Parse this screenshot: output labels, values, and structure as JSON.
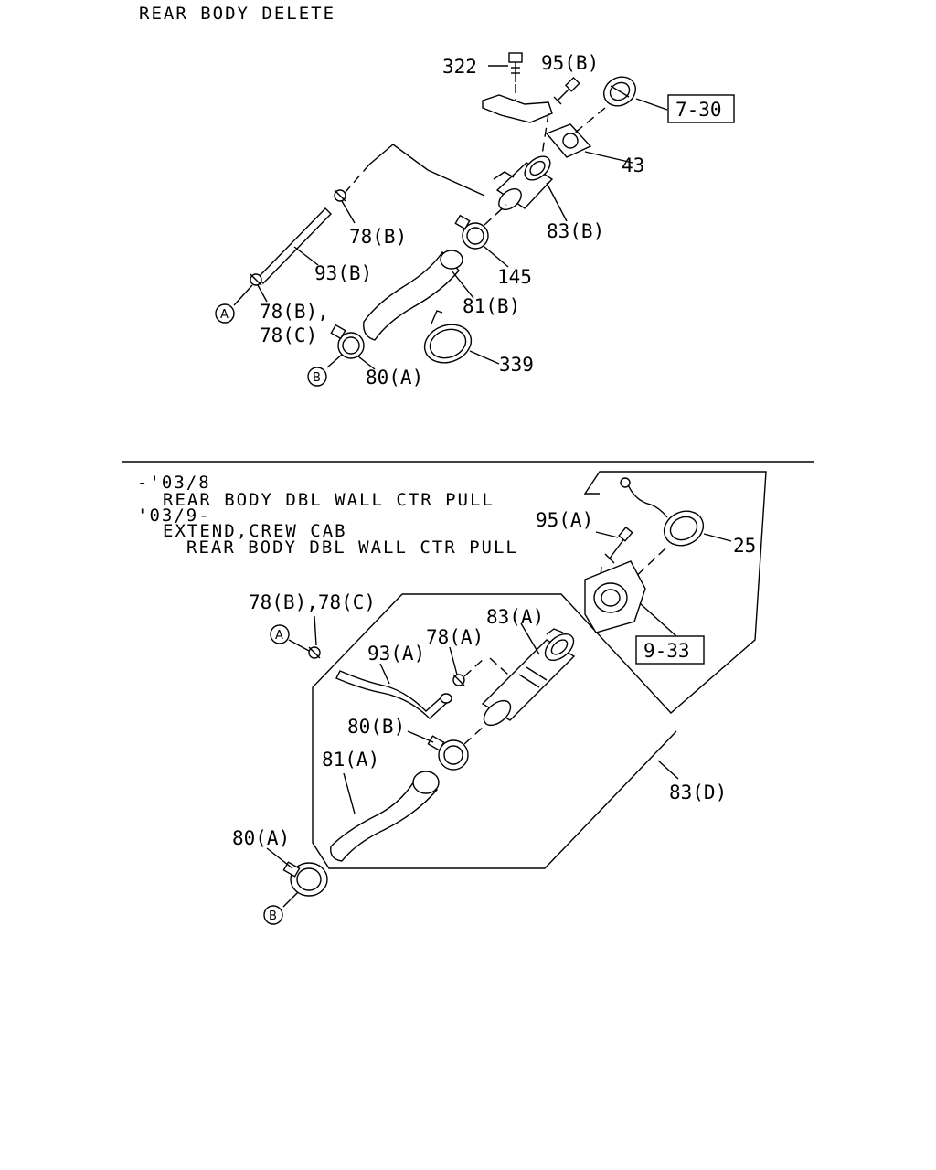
{
  "upper": {
    "heading": "REAR BODY DELETE",
    "labels": {
      "l322": "322",
      "l95b": "95(B)",
      "ref730": "7-30",
      "l43": "43",
      "l83b": "83(B)",
      "l78b": "78(B)",
      "l145": "145",
      "l93b": "93(B)",
      "l81b": "81(B)",
      "l78b_comma": "78(B),",
      "l78c": "78(C)",
      "l80a": "80(A)",
      "l339": "339",
      "circle_a": "A",
      "circle_b": "B"
    }
  },
  "lower": {
    "heading_lines": [
      "-'03/8",
      "REAR BODY DBL WALL CTR PULL",
      "'03/9-",
      "EXTEND,CREW CAB",
      "REAR BODY DBL WALL CTR PULL"
    ],
    "labels": {
      "l95a": "95(A)",
      "l25": "25",
      "ref933": "9-33",
      "l83a": "83(A)",
      "l78a": "78(A)",
      "l93a": "93(A)",
      "l78b78c": "78(B),78(C)",
      "l80b": "80(B)",
      "l81a": "81(A)",
      "l83d": "83(D)",
      "l80a": "80(A)",
      "circle_a": "A",
      "circle_b": "B"
    }
  }
}
